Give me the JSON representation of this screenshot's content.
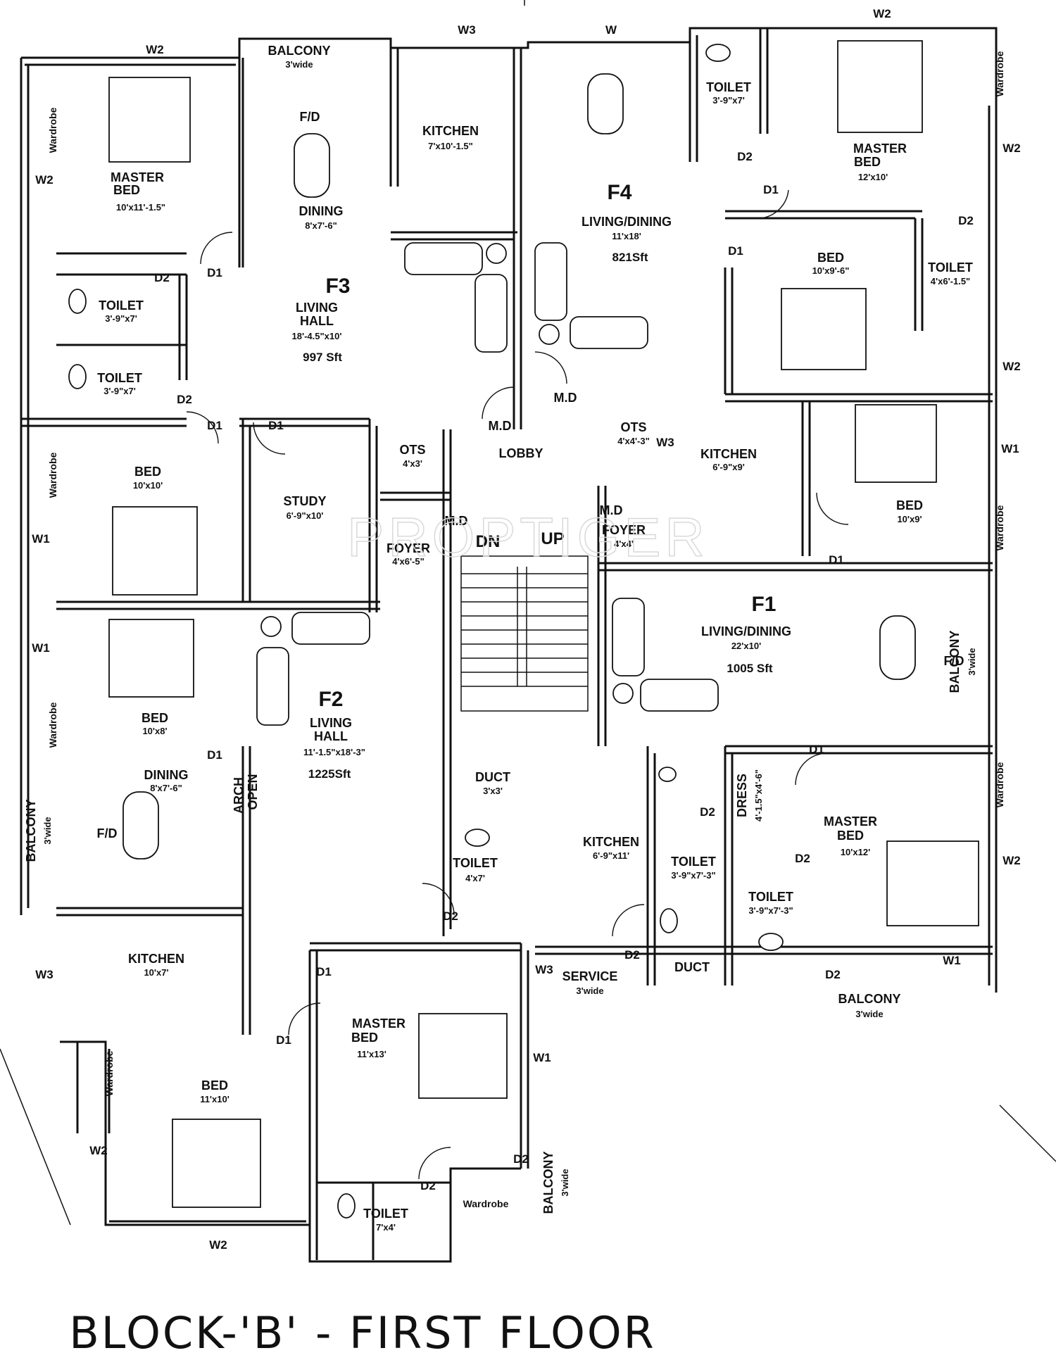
{
  "title": "BLOCK-'B' - FIRST FLOOR",
  "watermark": "PROPTIGER",
  "flats": [
    {
      "id": "F1",
      "room": "LIVING/DINING",
      "dims": "22'x10'",
      "area": "1005 Sft"
    },
    {
      "id": "F2",
      "room": "LIVING\nHALL",
      "room_line1": "LIVING",
      "room_line2": "HALL",
      "dims": "11'-1.5\"x18'-3\"",
      "area": "1225Sft"
    },
    {
      "id": "F3",
      "room_line1": "LIVING",
      "room_line2": "HALL",
      "dims": "18'-4.5\"x10'",
      "area": "997 Sft"
    },
    {
      "id": "F4",
      "room_line1": "LIVING/DINING",
      "dims": "11'x18'",
      "area": "821Sft"
    }
  ],
  "rooms": {
    "f3_balcony": {
      "name": "BALCONY",
      "dims": "3'wide"
    },
    "f3_master": {
      "name1": "MASTER",
      "name2": "BED",
      "dims": "10'x11'-1.5\""
    },
    "f3_dining": {
      "name": "DINING",
      "dims": "8'x7'-6\""
    },
    "f3_fd": "F/D",
    "f3_kitchen": {
      "name": "KITCHEN",
      "dims": "7'x10'-1.5\""
    },
    "f3_toilet1": {
      "name": "TOILET",
      "dims": "3'-9\"x7'"
    },
    "f3_toilet2": {
      "name": "TOILET",
      "dims": "3'-9\"x7'"
    },
    "f3_bed": {
      "name": "BED",
      "dims": "10'x10'"
    },
    "f2_study": {
      "name": "STUDY",
      "dims": "6'-9\"x10'"
    },
    "ots_left": {
      "name": "OTS",
      "dims": "4'x3'"
    },
    "foyer_left": {
      "name": "FOYER",
      "dims": "4'x6'-5\""
    },
    "lobby": "LOBBY",
    "md_left": "M.D",
    "md_lobby_l": "M.D",
    "md_lobby_r": "M.D",
    "md_right": "M.D",
    "dn": "DN",
    "up": "UP",
    "f4_toilet1": {
      "name": "TOILET",
      "dims": "3'-9\"x7'"
    },
    "f4_master": {
      "name1": "MASTER",
      "name2": "BED",
      "dims": "12'x10'"
    },
    "f4_bed": {
      "name": "BED",
      "dims": "10'x9'-6\""
    },
    "f4_toilet2": {
      "name": "TOILET",
      "dims": "4'x6'-1.5\""
    },
    "ots_right": {
      "name": "OTS",
      "dims": "4'x4'-3\""
    },
    "f4_kitchen": {
      "name": "KITCHEN",
      "dims": "6'-9\"x9'"
    },
    "f1_bed": {
      "name": "BED",
      "dims": "10'x9'"
    },
    "foyer_right": {
      "name": "FOYER",
      "dims": "4'x4'"
    },
    "f1_balcony": {
      "name": "BALCONY",
      "dims": "3'wide"
    },
    "f1_fd": "F/D",
    "f2_bed1": {
      "name": "BED",
      "dims": "10'x8'"
    },
    "f2_dining": {
      "name": "DINING",
      "dims": "8'x7'-6\""
    },
    "f2_balcony": {
      "name": "BALCONY",
      "dims": "3'wide"
    },
    "f2_fd": "F/D",
    "arch": "ARCH",
    "open": "OPEN",
    "duct_left": {
      "name": "DUCT",
      "dims": "3'x3'"
    },
    "f2_toilet_a": {
      "name": "TOILET",
      "dims": "4'x7'"
    },
    "f1_kitchen": {
      "name": "KITCHEN",
      "dims": "6'-9\"x11'"
    },
    "f1_toilet_a": {
      "name": "TOILET",
      "dims": "3'-9\"x7'-3\""
    },
    "dress": {
      "name": "DRESS",
      "dims": "4'-1.5\"x4'-6\""
    },
    "f1_master": {
      "name1": "MASTER",
      "name2": "BED",
      "dims": "10'x12'"
    },
    "f1_toilet_b": {
      "name": "TOILET",
      "dims": "3'-9\"x7'-3\""
    },
    "f2_kitchen": {
      "name": "KITCHEN",
      "dims": "10'x7'"
    },
    "service": {
      "name": "SERVICE",
      "dims": "3'wide"
    },
    "duct_right": "DUCT",
    "f1_balcony2": {
      "name": "BALCONY",
      "dims": "3'wide"
    },
    "f2_master": {
      "name1": "MASTER",
      "name2": "BED",
      "dims": "11'x13'"
    },
    "f2_bed2": {
      "name": "BED",
      "dims": "11'x10'"
    },
    "f2_balcony2": {
      "name": "BALCONY",
      "dims": "3'wide"
    },
    "f2_toilet_b": {
      "name": "TOILET",
      "dims": "7'x4'"
    },
    "wardrobe": "Wardrobe"
  },
  "doors": {
    "d1": "D1",
    "d2": "D2"
  },
  "windows": {
    "w": "W",
    "w1": "W1",
    "w2": "W2",
    "w3": "W3"
  }
}
